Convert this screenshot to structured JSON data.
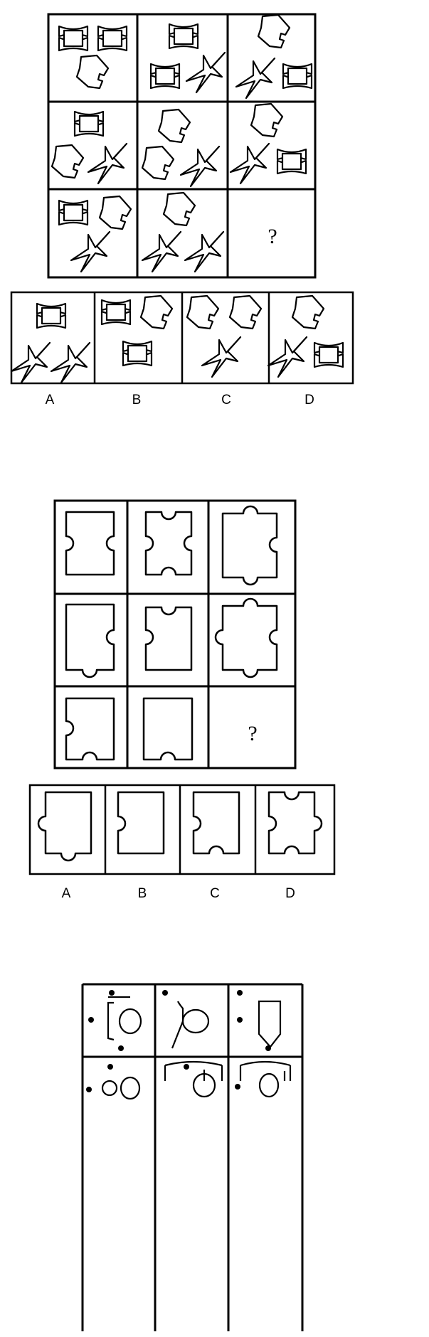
{
  "puzzle1": {
    "question_mark": "?",
    "options": [
      "A",
      "B",
      "C",
      "D"
    ]
  },
  "puzzle2": {
    "question_mark": "?",
    "options": [
      "A",
      "B",
      "C",
      "D"
    ]
  },
  "puzzle3": {}
}
